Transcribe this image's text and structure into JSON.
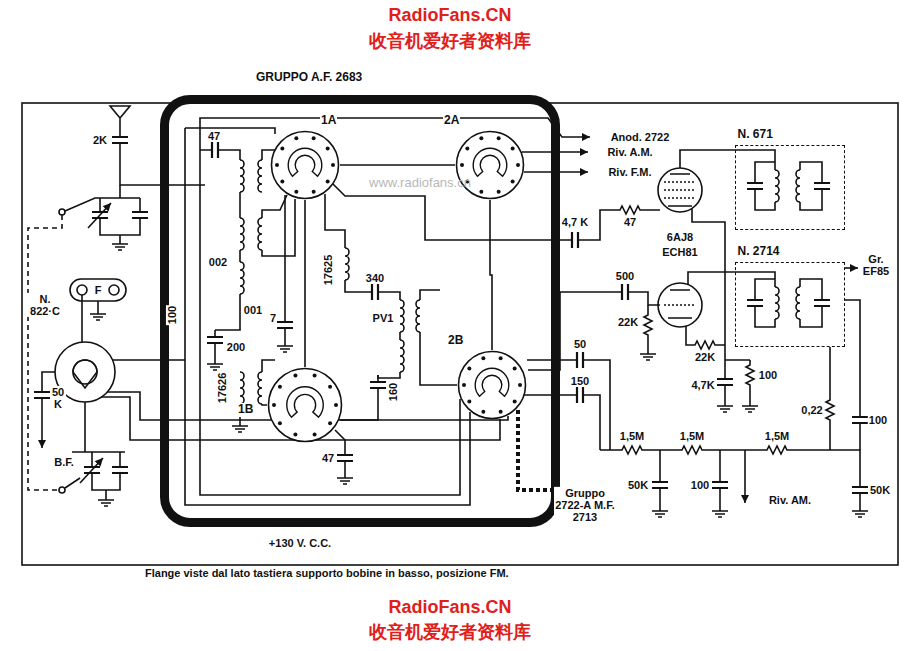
{
  "diagram": {
    "caption": "Flange viste dal lato tastiera supporto bobine in basso, posizione FM.",
    "nodes": [
      {
        "text": [
          "GRUPPO A.F. 2683"
        ]
      },
      {
        "text": [
          "1A"
        ],
        "in": 0
      },
      {
        "text": [
          "2A"
        ],
        "in": 0
      },
      {
        "text": [
          "1B"
        ],
        "in": 0
      },
      {
        "text": [
          "2B"
        ],
        "in": 0
      },
      {
        "text": [
          "N. 671"
        ]
      },
      {
        "text": [
          "N. 2714"
        ]
      }
    ],
    "edges": [
      {
        "from": 1,
        "to": 3,
        "arrow": "none"
      },
      {
        "from": 2,
        "to": 4,
        "arrow": "none"
      },
      {
        "from": 1,
        "to": 2,
        "arrow": "none"
      }
    ],
    "labels": [
      "RadioFans.CN",
      "收音机爱好者资料库",
      "www.radiofans.cn",
      "2K",
      "47",
      "002",
      "001",
      "100",
      "200",
      "7",
      "17625",
      "340",
      "PV1",
      "160",
      "47",
      "17626",
      "N. 822·C",
      "F",
      "50 K",
      "B.F.",
      "Anod. 2722",
      "Riv. A.M.",
      "Riv. F.M.",
      "4,7 K",
      "47",
      "6AJ8",
      "ECH81",
      "500",
      "22K",
      "22K",
      "50",
      "150",
      "4,7K",
      "100",
      "0,22",
      "100",
      "Gr. EF85",
      "1,5M",
      "1,5M",
      "1,5M",
      "50K",
      "100",
      "50K",
      "Riv. AM.",
      "Gruppo 2722-A M.F. 2713",
      "+130 V. C.C.",
      "RadioFans.CN",
      "收音机爱好者资料库"
    ]
  }
}
